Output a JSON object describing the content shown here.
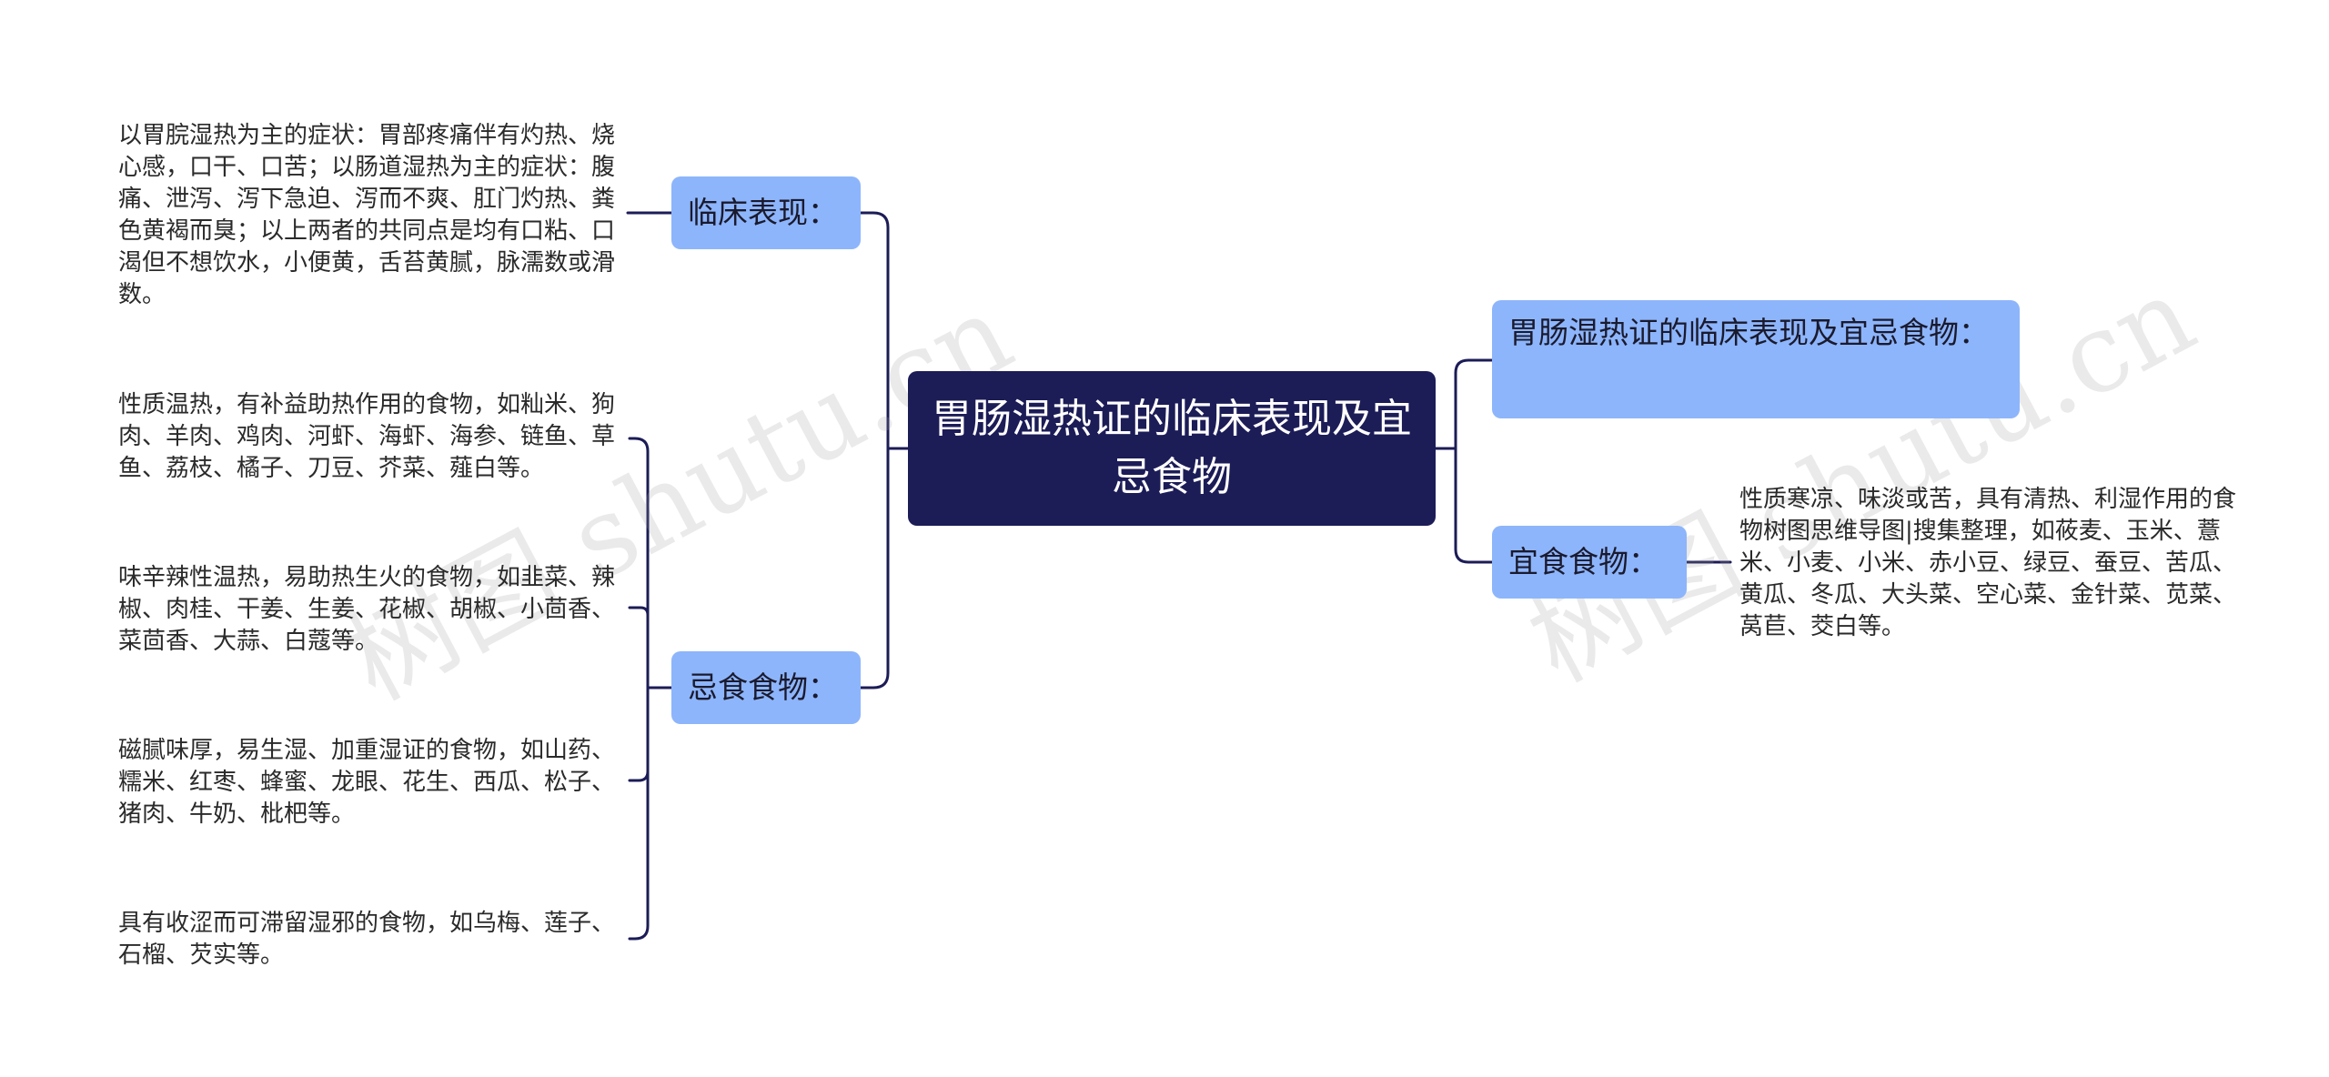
{
  "root": {
    "title": "胃肠湿热证的临床表现及宜忌食物"
  },
  "left_branches": [
    {
      "label": "临床表现：",
      "leaves": [
        "以胃脘湿热为主的症状：胃部疼痛伴有灼热、烧心感，口干、口苦；以肠道湿热为主的症状：腹痛、泄泻、泻下急迫、泻而不爽、肛门灼热、粪色黄褐而臭；以上两者的共同点是均有口粘、口渴但不想饮水，小便黄，舌苔黄腻，脉濡数或滑数。"
      ]
    },
    {
      "label": "忌食食物：",
      "leaves": [
        "性质温热，有补益助热作用的食物，如籼米、狗肉、羊肉、鸡肉、河虾、海虾、海参、链鱼、草鱼、荔枝、橘子、刀豆、芥菜、薤白等。",
        "味辛辣性温热，易助热生火的食物，如韭菜、辣椒、肉桂、干姜、生姜、花椒、胡椒、小茴香、菜茴香、大蒜、白蔻等。",
        "磁腻味厚，易生湿、加重湿证的食物，如山药、糯米、红枣、蜂蜜、龙眼、花生、西瓜、松子、猪肉、牛奶、枇杷等。",
        "具有收涩而可滞留湿邪的食物，如乌梅、莲子、石榴、芡实等。"
      ]
    }
  ],
  "right_branches": [
    {
      "label": "胃肠湿热证的临床表现及宜忌食物：",
      "leaves": []
    },
    {
      "label": "宜食食物：",
      "leaves": [
        "性质寒凉、味淡或苦，具有清热、利湿作用的食物树图思维导图|搜集整理，如莜麦、玉米、薏米、小麦、小米、赤小豆、绿豆、蚕豆、苦瓜、黄瓜、冬瓜、大头菜、空心菜、金针菜、苋菜、莴苣、茭白等。"
      ]
    }
  ],
  "watermark": "树图 shutu.cn",
  "colors": {
    "root_bg": "#1c1c57",
    "branch_bg": "#8db5fb",
    "line": "#1c1c57"
  }
}
